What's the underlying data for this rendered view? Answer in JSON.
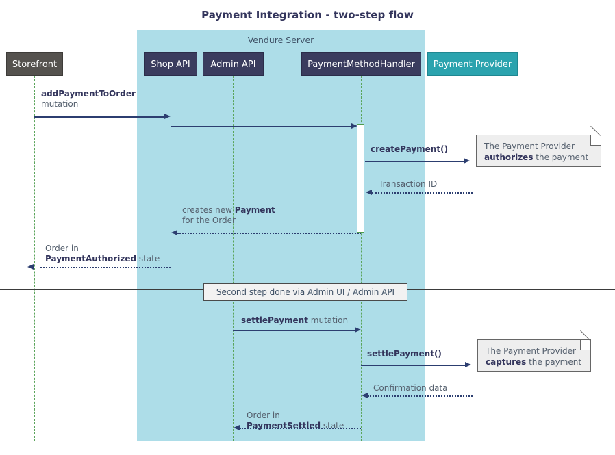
{
  "diagram": {
    "title": "Payment Integration - two-step flow",
    "type": "sequence-diagram",
    "group": {
      "label": "Vendure Server"
    },
    "colors": {
      "group_background": "#addde8",
      "participant_dark": "#3a3c5e",
      "participant_grey": "#55524e",
      "participant_teal": "#2ba3ae",
      "lifeline": "#5aa45a",
      "message": "#2c3e70",
      "title": "#33355c",
      "note_background": "#eeeeee"
    },
    "participants": [
      {
        "id": "storefront",
        "label": "Storefront",
        "style": "grey",
        "in_group": false
      },
      {
        "id": "shop-api",
        "label": "Shop API",
        "style": "dark",
        "in_group": true
      },
      {
        "id": "admin-api",
        "label": "Admin API",
        "style": "dark",
        "in_group": true
      },
      {
        "id": "payment-method-handler",
        "label": "PaymentMethodHandler",
        "style": "dark",
        "in_group": true
      },
      {
        "id": "payment-provider",
        "label": "Payment Provider",
        "style": "teal",
        "in_group": false
      }
    ],
    "messages": [
      {
        "id": "m1",
        "from": "storefront",
        "to": "shop-api",
        "kind": "solid",
        "direction": "right",
        "label_line1_bold": "addPaymentToOrder",
        "label_line2": "mutation"
      },
      {
        "id": "m2",
        "from": "shop-api",
        "to": "payment-method-handler",
        "kind": "solid",
        "direction": "right",
        "label_line1_bold": "",
        "label_line2": ""
      },
      {
        "id": "m3",
        "from": "payment-method-handler",
        "to": "payment-provider",
        "kind": "solid",
        "direction": "right",
        "label_bold": "createPayment()"
      },
      {
        "id": "m4",
        "from": "payment-provider",
        "to": "payment-method-handler",
        "kind": "dotted",
        "direction": "left",
        "label": "Transaction ID"
      },
      {
        "id": "m5",
        "from": "payment-method-handler",
        "to": "shop-api",
        "kind": "dotted",
        "direction": "left",
        "label_line1_pre": "creates new ",
        "label_line1_bold": "Payment",
        "label_line2": "for the Order"
      },
      {
        "id": "m6",
        "from": "shop-api",
        "to": "storefront",
        "kind": "dotted",
        "direction": "left",
        "label_line1": "Order in",
        "label_line2_bold": "PaymentAuthorized",
        "label_line2_post": " state"
      },
      {
        "id": "m7",
        "from": "admin-api",
        "to": "payment-method-handler",
        "kind": "solid",
        "direction": "right",
        "label_bold": "settlePayment",
        "label_post": " mutation"
      },
      {
        "id": "m8",
        "from": "payment-method-handler",
        "to": "payment-provider",
        "kind": "solid",
        "direction": "right",
        "label_bold": "settlePayment()"
      },
      {
        "id": "m9",
        "from": "payment-provider",
        "to": "payment-method-handler",
        "kind": "dotted",
        "direction": "left",
        "label": "Confirmation data"
      },
      {
        "id": "m10",
        "from": "payment-method-handler",
        "to": "admin-api",
        "kind": "dotted",
        "direction": "left",
        "label_line1": "Order in",
        "label_line2_bold": "PaymentSettled",
        "label_line2_post": " state"
      }
    ],
    "notes": [
      {
        "id": "note-authorize",
        "line1": "The Payment Provider",
        "line2_bold": "authorizes",
        "line2_post": " the payment"
      },
      {
        "id": "note-capture",
        "line1": "The Payment Provider",
        "line2_bold": "captures",
        "line2_post": " the payment"
      }
    ],
    "divider": {
      "label": "Second step done via Admin UI / Admin API"
    }
  }
}
